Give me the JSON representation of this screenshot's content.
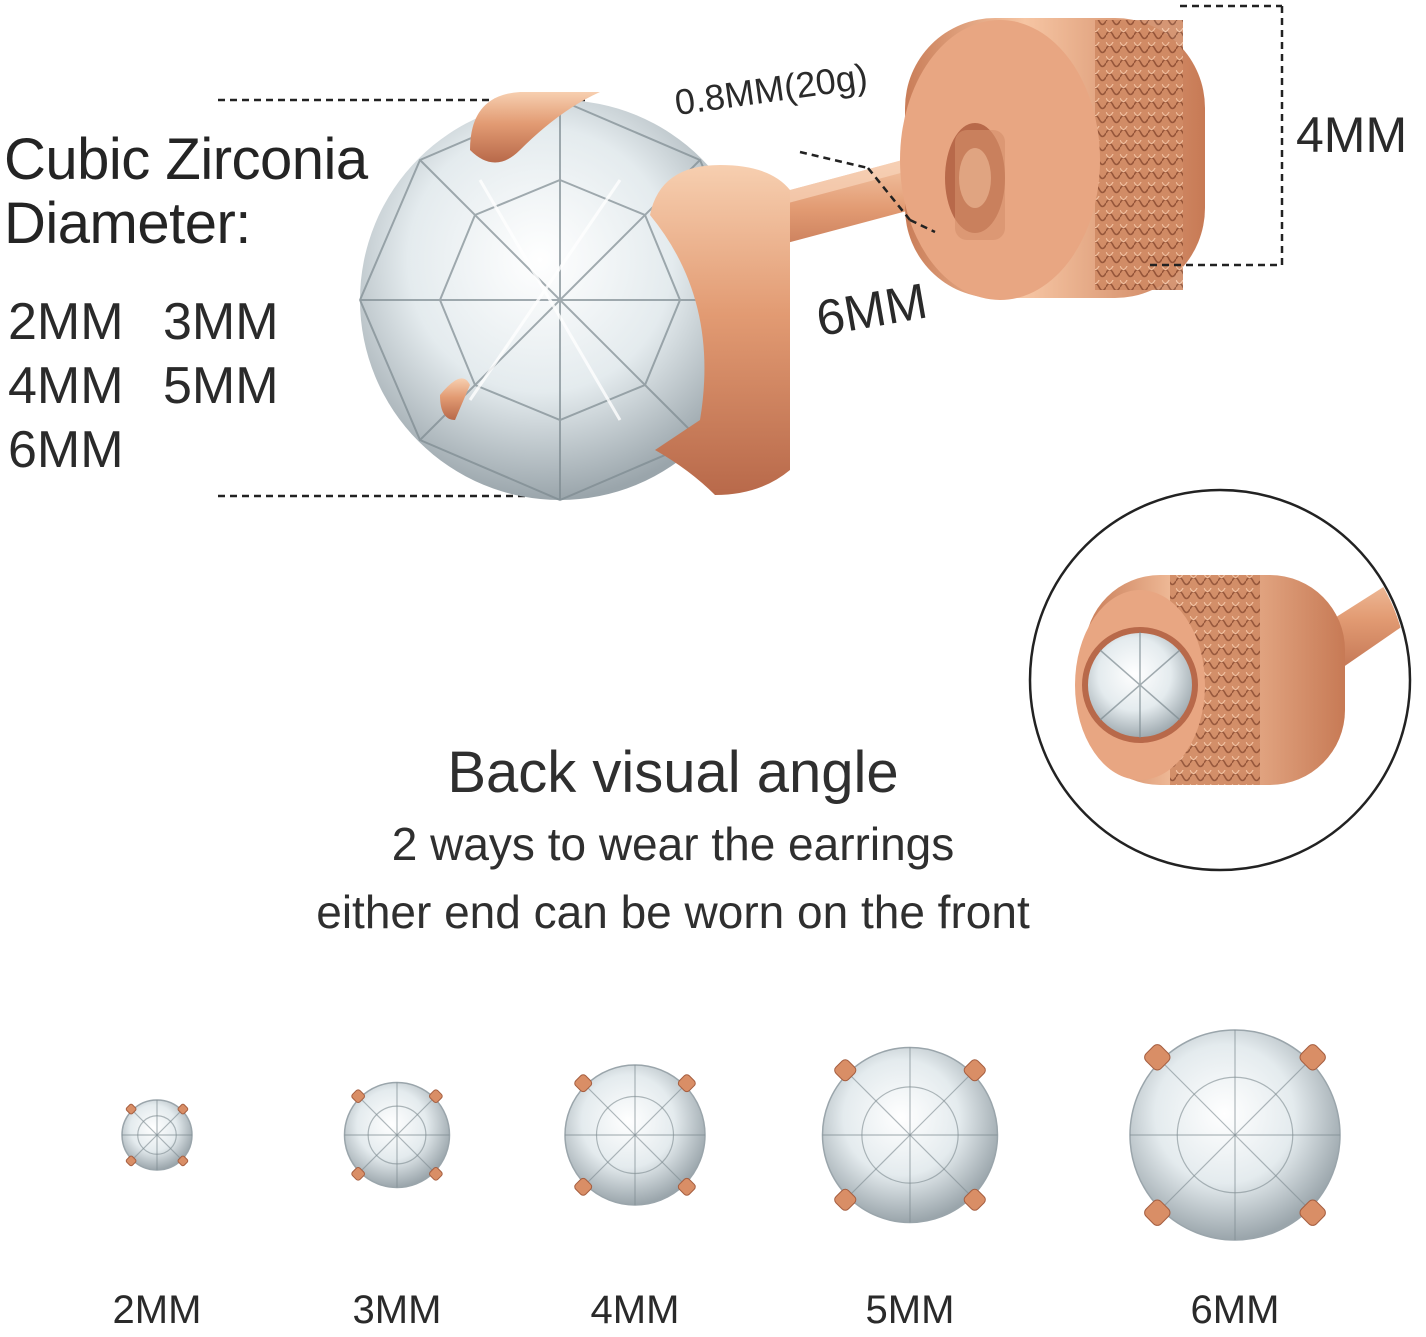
{
  "heading": {
    "line1": "Cubic Zirconia",
    "line2": "Diameter:"
  },
  "size_options": [
    "2MM",
    "3MM",
    "4MM",
    "5MM",
    "6MM"
  ],
  "dimensions": {
    "wire": "0.8MM(20g)",
    "post_length": "6MM",
    "back_height": "4MM"
  },
  "back_info": {
    "title": "Back visual angle",
    "line1": "2 ways to wear the earrings",
    "line2": "either end can be worn on the front"
  },
  "size_row": [
    {
      "label": "2MM",
      "stone_size": 2
    },
    {
      "label": "3MM",
      "stone_size": 3
    },
    {
      "label": "4MM",
      "stone_size": 4
    },
    {
      "label": "5MM",
      "stone_size": 5
    },
    {
      "label": "6MM",
      "stone_size": 6
    }
  ],
  "colors": {
    "rose_gold": "#e3a07a",
    "rose_gold_dark": "#b86f4c",
    "rose_gold_light": "#f6c7a6",
    "stone": "#dfe6ea",
    "text": "#2a2a2a"
  }
}
